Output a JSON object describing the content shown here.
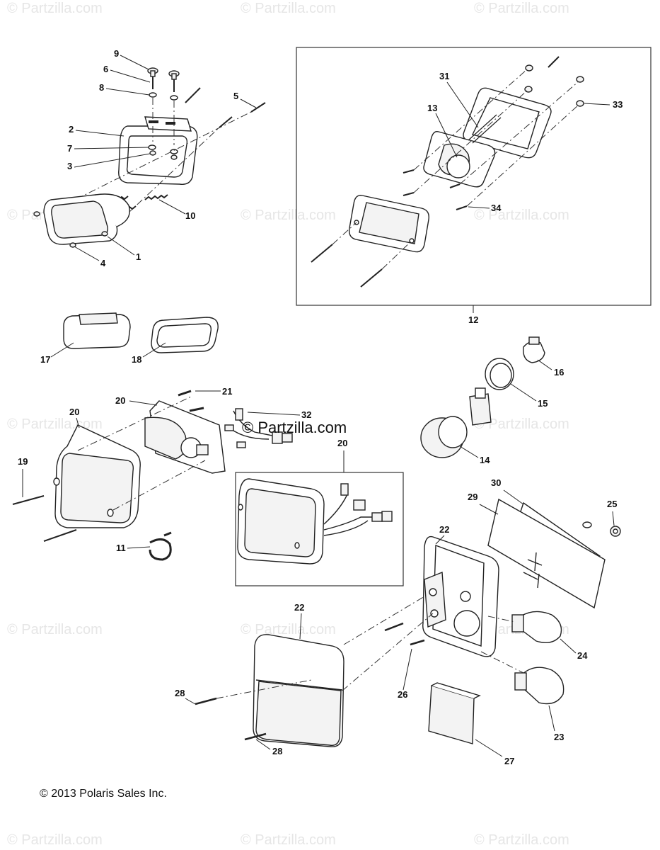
{
  "watermark": {
    "text": "© Partzilla.com",
    "center_text": "© Partzilla.com"
  },
  "copyright": "© 2013 Polaris Sales Inc.",
  "callouts": {
    "c1": "1",
    "c2": "2",
    "c3": "3",
    "c4": "4",
    "c5": "5",
    "c6": "6",
    "c7": "7",
    "c8": "8",
    "c9": "9",
    "c10": "10",
    "c11": "11",
    "c12": "12",
    "c13": "13",
    "c14": "14",
    "c15": "15",
    "c16": "16",
    "c17": "17",
    "c18": "18",
    "c19": "19",
    "c20a": "20",
    "c20b": "20",
    "c20c": "20",
    "c21": "21",
    "c22a": "22",
    "c22b": "22",
    "c23": "23",
    "c24": "24",
    "c25": "25",
    "c26": "26",
    "c27": "27",
    "c28a": "28",
    "c28b": "28",
    "c29": "29",
    "c30": "30",
    "c31": "31",
    "c32": "32",
    "c33": "33",
    "c34": "34"
  }
}
